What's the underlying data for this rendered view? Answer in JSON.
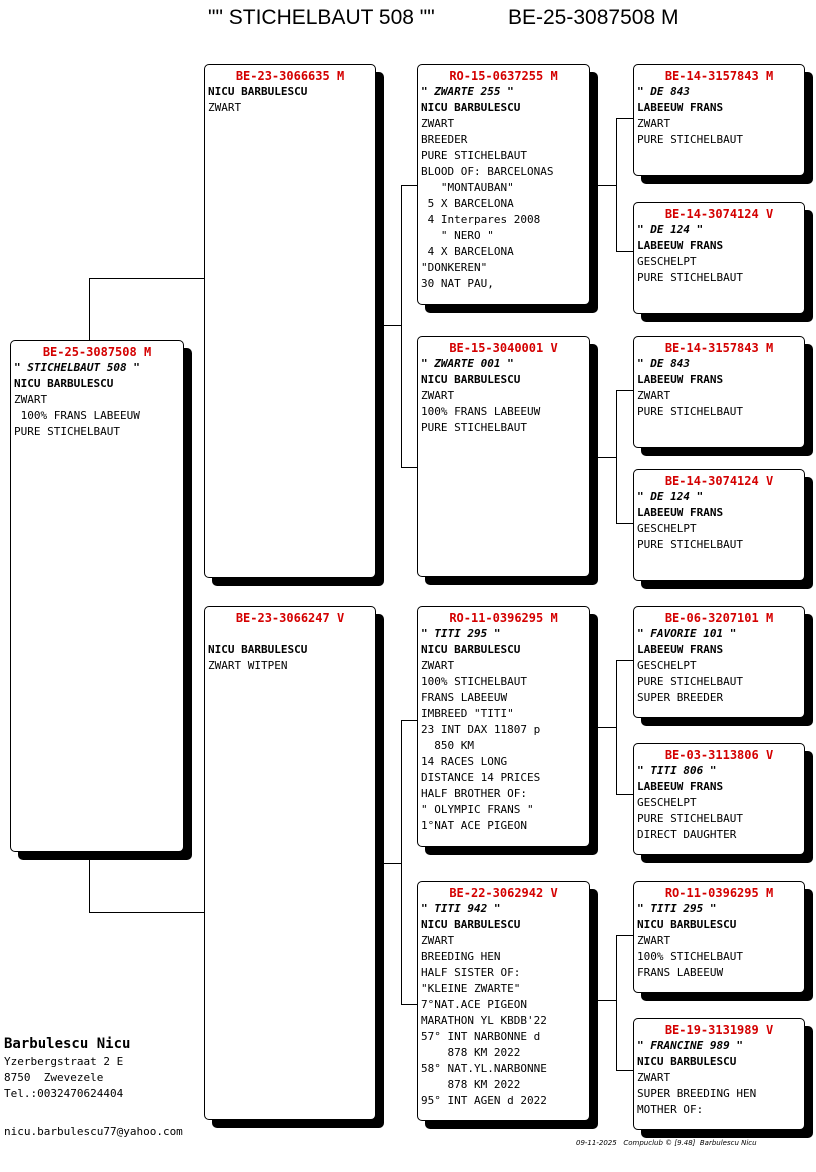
{
  "header": {
    "name": "\"\" STICHELBAUT 508 \"\"",
    "ring": "BE-25-3087508 M"
  },
  "subject": {
    "ring": "BE-25-3087508 M",
    "lines": [
      "\" STICHELBAUT 508 \"",
      "NICU BARBULESCU",
      "ZWART",
      " 100% FRANS LABEEUW",
      "PURE STICHELBAUT"
    ]
  },
  "sire": {
    "ring": "BE-23-3066635 M",
    "lines": [
      "NICU BARBULESCU",
      "ZWART"
    ]
  },
  "dam": {
    "ring": "BE-23-3066247 V",
    "lines": [
      "",
      "NICU BARBULESCU",
      "ZWART WITPEN"
    ]
  },
  "sire_sire": {
    "ring": "RO-15-0637255 M",
    "lines": [
      "\" ZWARTE 255 \"",
      "NICU BARBULESCU",
      "ZWART",
      "BREEDER",
      "PURE STICHELBAUT",
      "BLOOD OF: BARCELONAS",
      "   \"MONTAUBAN\"",
      " 5 X BARCELONA",
      " 4 Interpares 2008",
      "   \" NERO \"",
      " 4 X BARCELONA",
      "\"DONKEREN\"",
      "30 NAT PAU,"
    ]
  },
  "sire_dam": {
    "ring": "BE-15-3040001 V",
    "lines": [
      "\" ZWARTE 001 \"",
      "NICU BARBULESCU",
      "ZWART",
      "100% FRANS LABEEUW",
      "PURE STICHELBAUT"
    ]
  },
  "dam_sire": {
    "ring": "RO-11-0396295 M",
    "lines": [
      "\" TITI 295 \"",
      "NICU BARBULESCU",
      "ZWART",
      "100% STICHELBAUT",
      "FRANS LABEEUW",
      "IMBREED \"TITI\"",
      "23 INT DAX 11807 p",
      "  850 KM",
      "14 RACES LONG",
      "DISTANCE 14 PRICES",
      "HALF BROTHER OF:",
      "\" OLYMPIC FRANS \"",
      "1°NAT ACE PIGEON"
    ]
  },
  "dam_dam": {
    "ring": "BE-22-3062942 V",
    "lines": [
      "\" TITI 942 \"",
      "NICU BARBULESCU",
      "ZWART",
      "BREEDING HEN",
      "HALF SISTER OF:",
      "\"KLEINE ZWARTE\"",
      "7°NAT.ACE PIGEON",
      "MARATHON YL KBDB'22",
      "57° INT NARBONNE d",
      "    878 KM 2022",
      "58° NAT.YL.NARBONNE",
      "    878 KM 2022",
      "95° INT AGEN d 2022"
    ]
  },
  "ss_sire": {
    "ring": "BE-14-3157843 M",
    "lines": [
      "\" DE 843",
      "LABEEUW FRANS",
      "ZWART",
      "PURE STICHELBAUT"
    ]
  },
  "ss_dam": {
    "ring": "BE-14-3074124 V",
    "lines": [
      "\" DE 124 \"",
      "LABEEUW FRANS",
      "GESCHELPT",
      "PURE STICHELBAUT"
    ]
  },
  "sd_sire": {
    "ring": "BE-14-3157843 M",
    "lines": [
      "\" DE 843",
      "LABEEUW FRANS",
      "ZWART",
      "PURE STICHELBAUT"
    ]
  },
  "sd_dam": {
    "ring": "BE-14-3074124 V",
    "lines": [
      "\" DE 124 \"",
      "LABEEUW FRANS",
      "GESCHELPT",
      "PURE STICHELBAUT"
    ]
  },
  "ds_sire": {
    "ring": "BE-06-3207101 M",
    "lines": [
      "\" FAVORIE 101 \"",
      "LABEEUW FRANS",
      "GESCHELPT",
      "PURE STICHELBAUT",
      "SUPER BREEDER"
    ]
  },
  "ds_dam": {
    "ring": "BE-03-3113806 V",
    "lines": [
      "\" TITI 806 \"",
      "LABEEUW FRANS",
      "GESCHELPT",
      "PURE STICHELBAUT",
      "DIRECT DAUGHTER"
    ]
  },
  "dd_sire": {
    "ring": "RO-11-0396295 M",
    "lines": [
      "\" TITI 295 \"",
      "NICU BARBULESCU",
      "ZWART",
      "100% STICHELBAUT",
      "FRANS LABEEUW"
    ]
  },
  "dd_dam": {
    "ring": "BE-19-3131989 V",
    "lines": [
      "\" FRANCINE 989 \"",
      "NICU BARBULESCU",
      "ZWART",
      "SUPER BREEDING HEN",
      "MOTHER OF:"
    ]
  },
  "owner": {
    "name": "Barbulescu Nicu",
    "address": "Yzerbergstraat 2 E",
    "city": "8750  Zwevezele",
    "phone": "Tel.:0032470624404",
    "email": "nicu.barbulescu77@yahoo.com"
  },
  "footer": "09-11-2025   Compuclub © [9.48]  Barbulescu Nicu",
  "colors": {
    "ring": "#d40000",
    "shadow": "#000000"
  }
}
